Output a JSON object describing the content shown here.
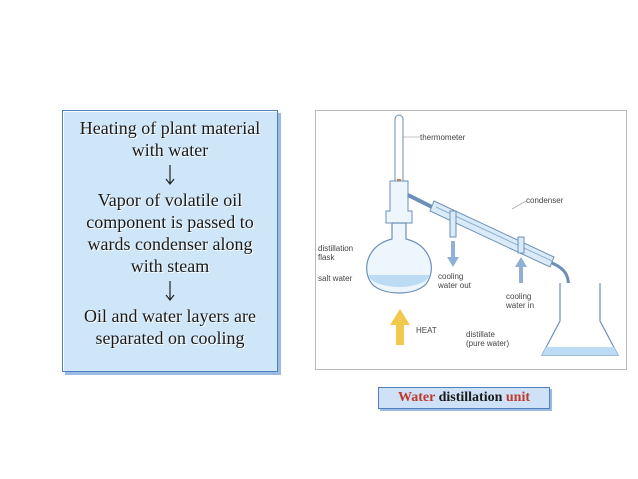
{
  "flowchart": {
    "steps": [
      "Heating of plant material\nwith water",
      "Vapor of volatile oil\ncomponent is passed to\nwards condenser along\nwith steam",
      "Oil and water layers are\nseparated on cooling"
    ]
  },
  "apparatus": {
    "labels": {
      "thermometer": "thermometer",
      "condenser": "condenser",
      "flask": "distillation\nflask",
      "salt_water": "salt water",
      "heat": "HEAT",
      "water_out": "cooling\nwater out",
      "water_in": "cooling\nwater in",
      "distillate": "distillate\n(pure water)"
    }
  },
  "caption": {
    "word1": "Water",
    "word2": "distillation",
    "word3": "unit"
  },
  "colors": {
    "box_fill": "#cfe6f8",
    "box_border": "#4f7fc0",
    "caption_red": "#c0392b",
    "heat_arrow": "#f2c94c",
    "liquid": "#bcdcf5"
  }
}
